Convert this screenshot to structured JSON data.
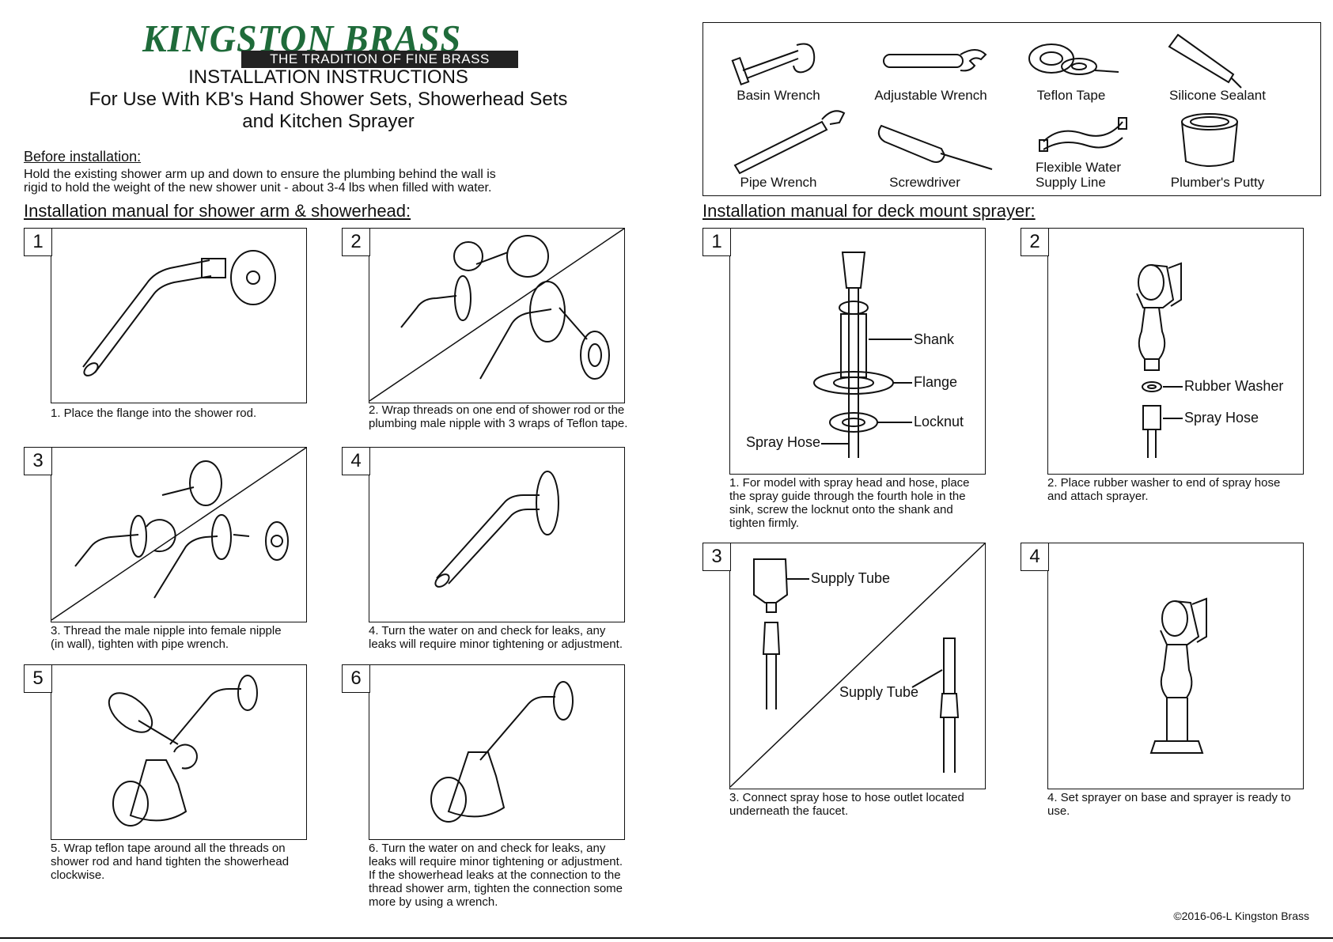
{
  "header": {
    "brand": "KINGSTON BRASS",
    "tagline": "THE TRADITION OF FINE BRASS",
    "title_line1": "INSTALLATION INSTRUCTIONS",
    "title_line2": "For Use With KB's Hand Shower Sets, Showerhead Sets",
    "title_line3": "and  Kitchen Sprayer"
  },
  "before": {
    "heading": "Before installation:",
    "line1": "Hold the existing shower arm up and down to ensure the plumbing behind the wall is",
    "line2": "rigid to hold the weight of the new shower unit - about 3-4 lbs when filled with water."
  },
  "tools": [
    {
      "icon": "basin-wrench-icon",
      "lines": [
        "Basin Wrench"
      ]
    },
    {
      "icon": "adjustable-wrench-icon",
      "lines": [
        "Adjustable Wrench"
      ]
    },
    {
      "icon": "teflon-tape-icon",
      "lines": [
        "Teflon Tape"
      ]
    },
    {
      "icon": "silicone-sealant-icon",
      "lines": [
        "Silicone Sealant"
      ]
    },
    {
      "icon": "pipe-wrench-icon",
      "lines": [
        "Pipe Wrench"
      ]
    },
    {
      "icon": "screwdriver-icon",
      "lines": [
        "Screwdriver"
      ]
    },
    {
      "icon": "flexible-water-supply-line-icon",
      "lines": [
        "Flexible Water",
        "Supply Line"
      ]
    },
    {
      "icon": "plumbers-putty-icon",
      "lines": [
        "Plumber's Putty"
      ]
    }
  ],
  "shower": {
    "title": "Installation manual for shower arm & showerhead:",
    "steps": [
      {
        "num": "1",
        "caption": [
          "1. Place the flange into the shower rod."
        ]
      },
      {
        "num": "2",
        "caption": [
          "2. Wrap threads on one end of shower rod or the",
          "plumbing male nipple with 3 wraps of Teflon tape."
        ]
      },
      {
        "num": "3",
        "caption": [
          "3. Thread the male nipple into female nipple",
          "(in wall), tighten with pipe wrench."
        ]
      },
      {
        "num": "4",
        "caption": [
          "4. Turn the water on and check for leaks, any",
          "leaks will require minor tightening or adjustment."
        ]
      },
      {
        "num": "5",
        "caption": [
          "5. Wrap teflon tape around all the threads on",
          "shower rod and hand tighten the showerhead",
          "clockwise."
        ]
      },
      {
        "num": "6",
        "caption": [
          "6. Turn the water on and check for leaks, any",
          "leaks will require minor tightening or adjustment.",
          "If the showerhead leaks at the connection to the",
          "thread shower arm, tighten the connection some",
          "more by using a wrench."
        ]
      }
    ]
  },
  "sprayer": {
    "title": "Installation manual for deck mount sprayer:",
    "steps": [
      {
        "num": "1",
        "caption": [
          "1. For model with spray head and hose, place",
          "the spray guide through the fourth hole in the",
          "sink, screw the locknut onto the shank and",
          "tighten firmly."
        ],
        "labels": [
          "Shank",
          "Flange",
          "Locknut",
          "Spray Hose"
        ]
      },
      {
        "num": "2",
        "caption": [
          "2. Place rubber washer to end of spray hose",
          "and attach sprayer."
        ],
        "labels": [
          "Rubber Washer",
          "Spray Hose"
        ]
      },
      {
        "num": "3",
        "caption": [
          "3. Connect spray hose to hose outlet located",
          "underneath the faucet."
        ],
        "labels": [
          "Supply Tube",
          "Supply Tube"
        ]
      },
      {
        "num": "4",
        "caption": [
          "4. Set sprayer on base and sprayer is ready to",
          "use."
        ]
      }
    ]
  },
  "footer": {
    "copyright": "©2016-06-L Kingston Brass"
  }
}
